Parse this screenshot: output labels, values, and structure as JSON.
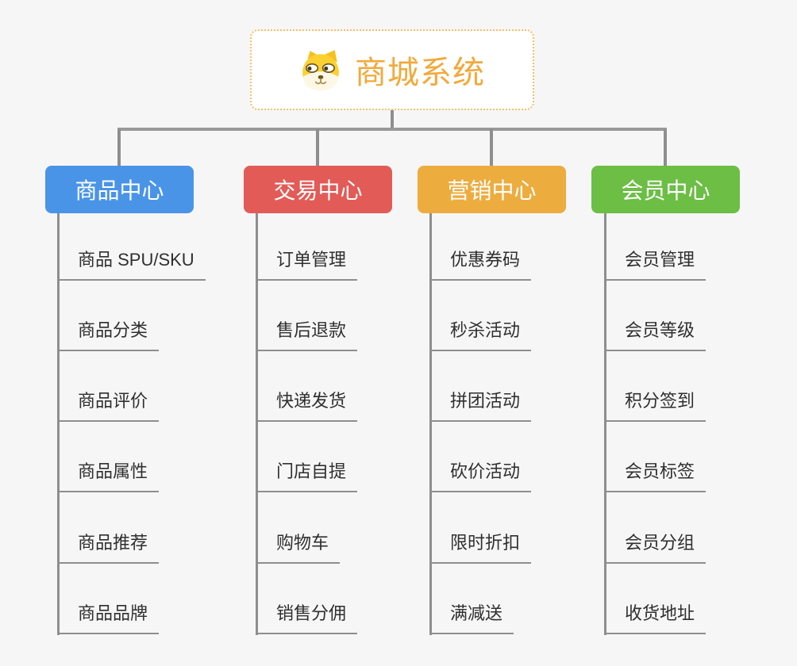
{
  "root": {
    "title": "商城系统",
    "icon": "dog-face-icon"
  },
  "colors": {
    "background": "#f6f6f6",
    "root_border": "#f8be62",
    "root_text": "#f2a93b",
    "connector": "#8e8e8e",
    "leaf_text": "#2f2f2f",
    "branch_text": "#ffffff"
  },
  "branches": [
    {
      "label": "商品中心",
      "color": "#4a94e8",
      "items": [
        "商品 SPU/SKU",
        "商品分类",
        "商品评价",
        "商品属性",
        "商品推荐",
        "商品品牌"
      ]
    },
    {
      "label": "交易中心",
      "color": "#e25b57",
      "items": [
        "订单管理",
        "售后退款",
        "快递发货",
        "门店自提",
        "购物车",
        "销售分佣"
      ]
    },
    {
      "label": "营销中心",
      "color": "#edac3e",
      "items": [
        "优惠券码",
        "秒杀活动",
        "拼团活动",
        "砍价活动",
        "限时折扣",
        "满减送"
      ]
    },
    {
      "label": "会员中心",
      "color": "#6cbe45",
      "items": [
        "会员管理",
        "会员等级",
        "积分签到",
        "会员标签",
        "会员分组",
        "收货地址"
      ]
    }
  ]
}
